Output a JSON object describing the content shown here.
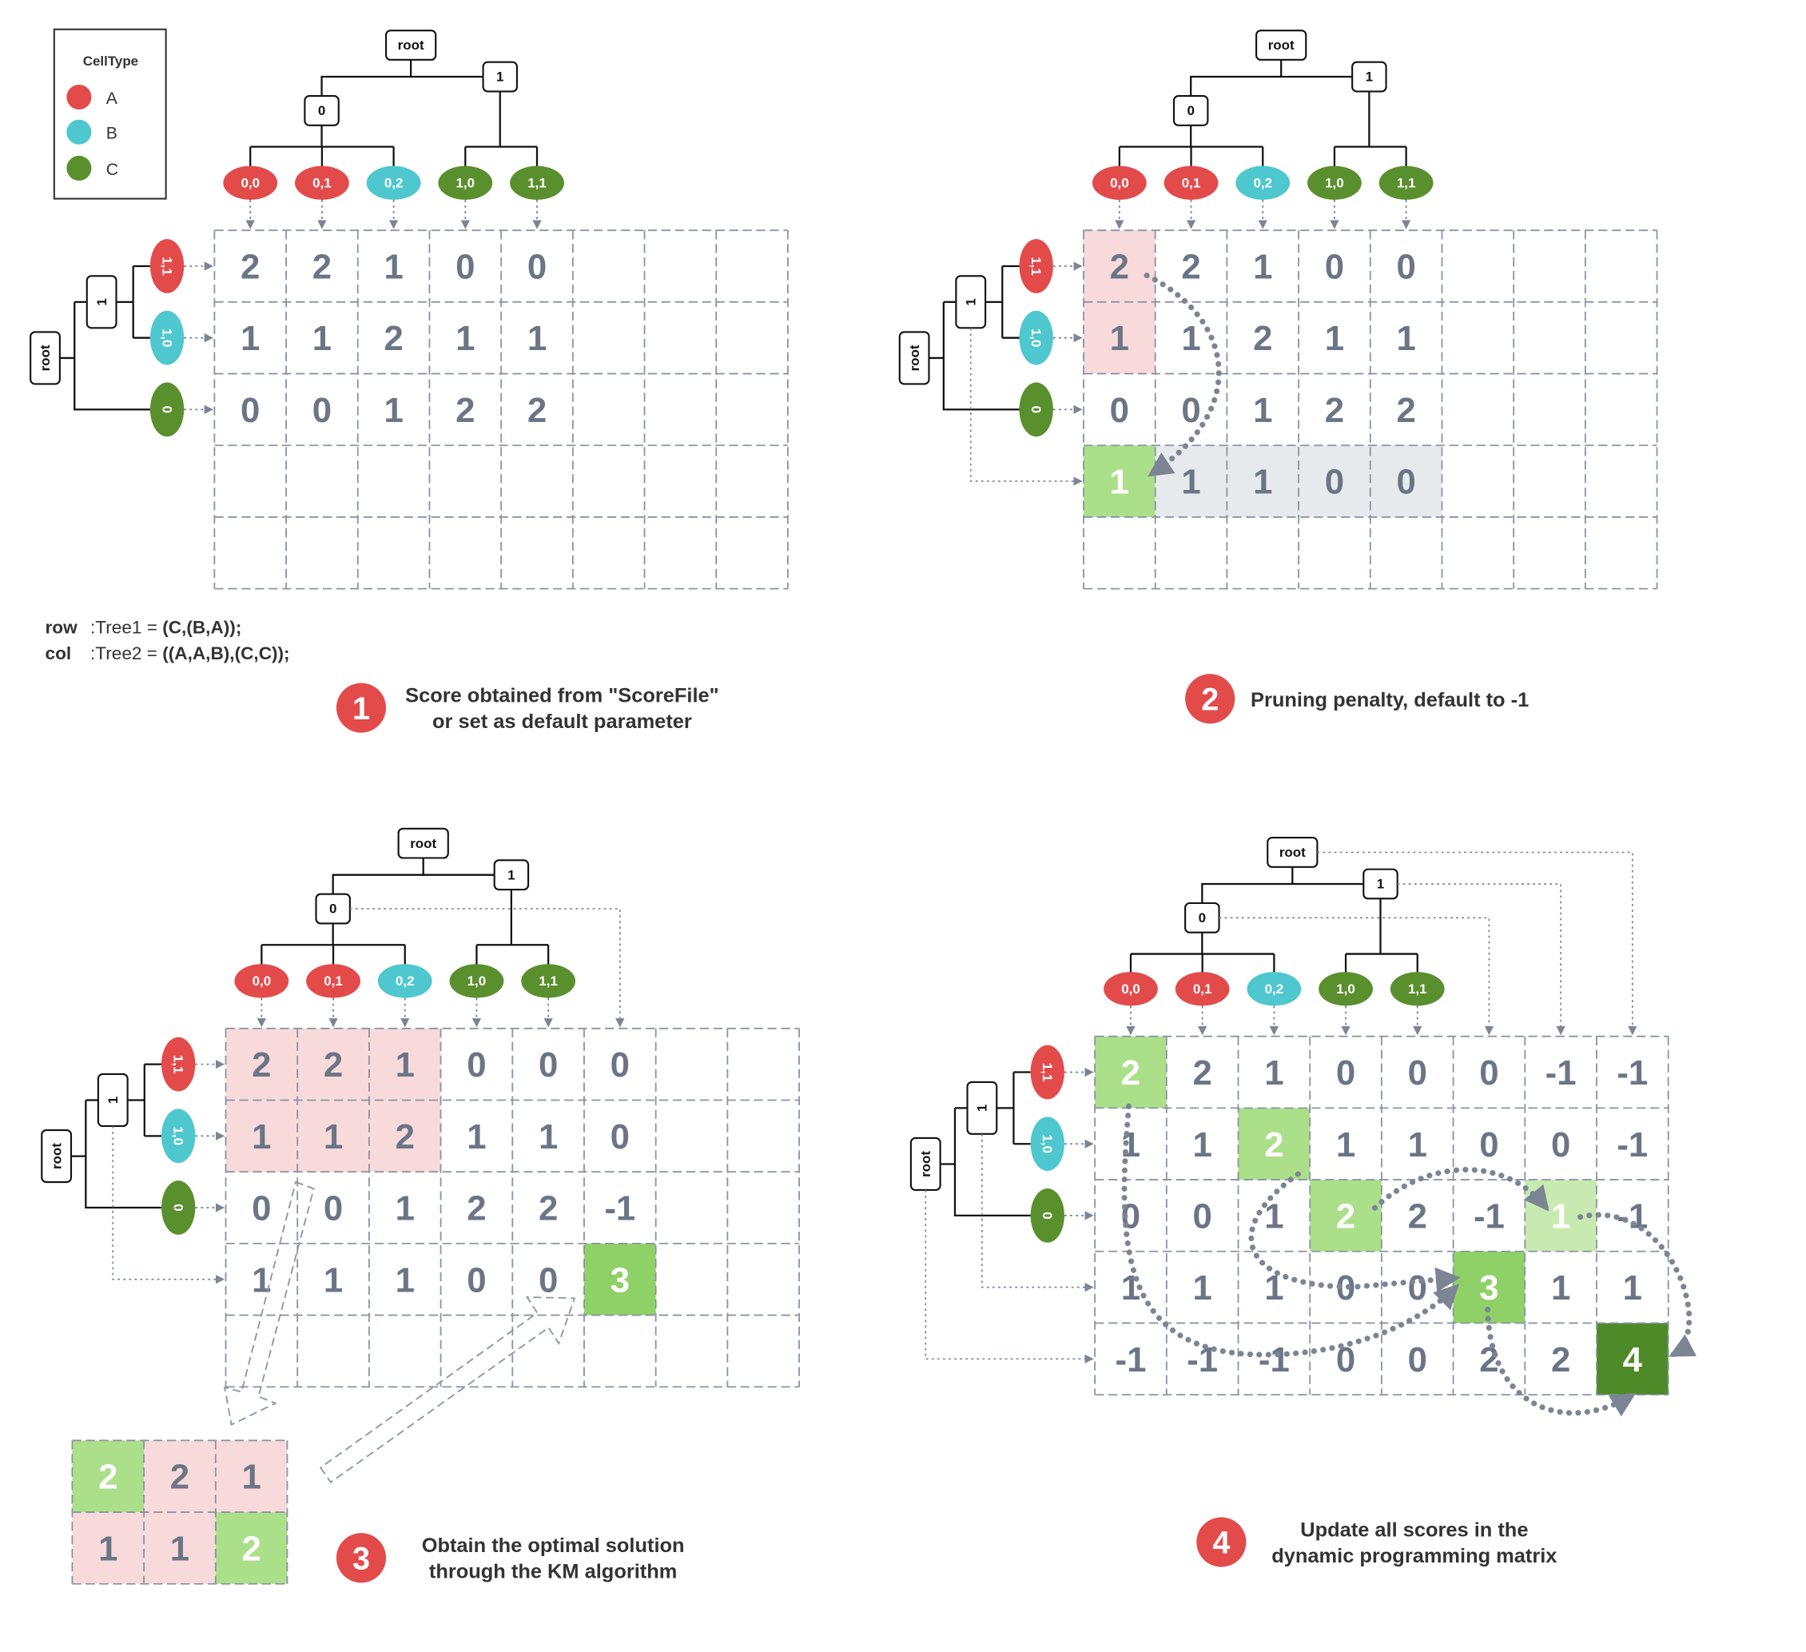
{
  "legend": {
    "title": "CellType",
    "items": [
      {
        "label": "A",
        "color": "#e34b4b"
      },
      {
        "label": "B",
        "color": "#4fc7cf"
      },
      {
        "label": "C",
        "color": "#5a8f2e"
      }
    ]
  },
  "colors": {
    "grid": "#8a95a5",
    "number": "#6b7585",
    "pink": "#f8dadb",
    "light_green": "#acdf8a",
    "lighter_green": "#c8eab0",
    "mid_green": "#8fd167",
    "dark_green": "#4e8a27",
    "gray_fill": "#e7eaed",
    "badge": "#e34b4b"
  },
  "tree": {
    "root_label": "root",
    "node0_label": "0",
    "node1_label": "1",
    "col_leaves": [
      {
        "label": "0,0",
        "type": "A"
      },
      {
        "label": "0,1",
        "type": "A"
      },
      {
        "label": "0,2",
        "type": "B"
      },
      {
        "label": "1,0",
        "type": "C"
      },
      {
        "label": "1,1",
        "type": "C"
      }
    ],
    "row_leaves": [
      {
        "label": "1,1",
        "type": "A"
      },
      {
        "label": "1,0",
        "type": "B"
      },
      {
        "label": "0",
        "type": "C"
      }
    ]
  },
  "formulas": {
    "row_key": "row",
    "row_text": ":Tree1 = ",
    "row_value": "(C,(B,A));",
    "col_key": "col",
    "col_text": ":Tree2 = ",
    "col_value": "((A,A,B),(C,C));"
  },
  "panels": [
    {
      "badge": "1",
      "caption": [
        "Score obtained from \"ScoreFile\"",
        "or set as default parameter"
      ],
      "matrix": [
        [
          "2",
          "2",
          "1",
          "0",
          "0",
          "",
          "",
          ""
        ],
        [
          "1",
          "1",
          "2",
          "1",
          "1",
          "",
          "",
          ""
        ],
        [
          "0",
          "0",
          "1",
          "2",
          "2",
          "",
          "",
          ""
        ],
        [
          "",
          "",
          "",
          "",
          "",
          "",
          "",
          ""
        ],
        [
          "",
          "",
          "",
          "",
          "",
          "",
          "",
          ""
        ]
      ]
    },
    {
      "badge": "2",
      "caption": [
        "Pruning penalty, default to -1"
      ],
      "matrix": [
        [
          "2",
          "2",
          "1",
          "0",
          "0",
          "",
          "",
          ""
        ],
        [
          "1",
          "1",
          "2",
          "1",
          "1",
          "",
          "",
          ""
        ],
        [
          "0",
          "0",
          "1",
          "2",
          "2",
          "",
          "",
          ""
        ],
        [
          "1",
          "1",
          "1",
          "0",
          "0",
          "",
          "",
          ""
        ],
        [
          "",
          "",
          "",
          "",
          "",
          "",
          "",
          ""
        ]
      ]
    },
    {
      "badge": "3",
      "caption": [
        "Obtain the optimal solution",
        "through the KM algorithm"
      ],
      "matrix": [
        [
          "2",
          "2",
          "1",
          "0",
          "0",
          "0",
          "",
          ""
        ],
        [
          "1",
          "1",
          "2",
          "1",
          "1",
          "0",
          "",
          ""
        ],
        [
          "0",
          "0",
          "1",
          "2",
          "2",
          "-1",
          "",
          ""
        ],
        [
          "1",
          "1",
          "1",
          "0",
          "0",
          "3",
          "",
          ""
        ],
        [
          "",
          "",
          "",
          "",
          "",
          "",
          "",
          ""
        ]
      ],
      "km_matrix": [
        [
          "2",
          "2",
          "1"
        ],
        [
          "1",
          "1",
          "2"
        ]
      ]
    },
    {
      "badge": "4",
      "caption": [
        "Update all scores in the",
        "dynamic programming matrix"
      ],
      "matrix": [
        [
          "2",
          "2",
          "1",
          "0",
          "0",
          "0",
          "-1",
          "-1"
        ],
        [
          "1",
          "1",
          "2",
          "1",
          "1",
          "0",
          "0",
          "-1"
        ],
        [
          "0",
          "0",
          "1",
          "2",
          "2",
          "-1",
          "1",
          "-1"
        ],
        [
          "1",
          "1",
          "1",
          "0",
          "0",
          "3",
          "1",
          "1"
        ],
        [
          "-1",
          "-1",
          "-1",
          "0",
          "0",
          "2",
          "2",
          "4"
        ]
      ]
    }
  ]
}
